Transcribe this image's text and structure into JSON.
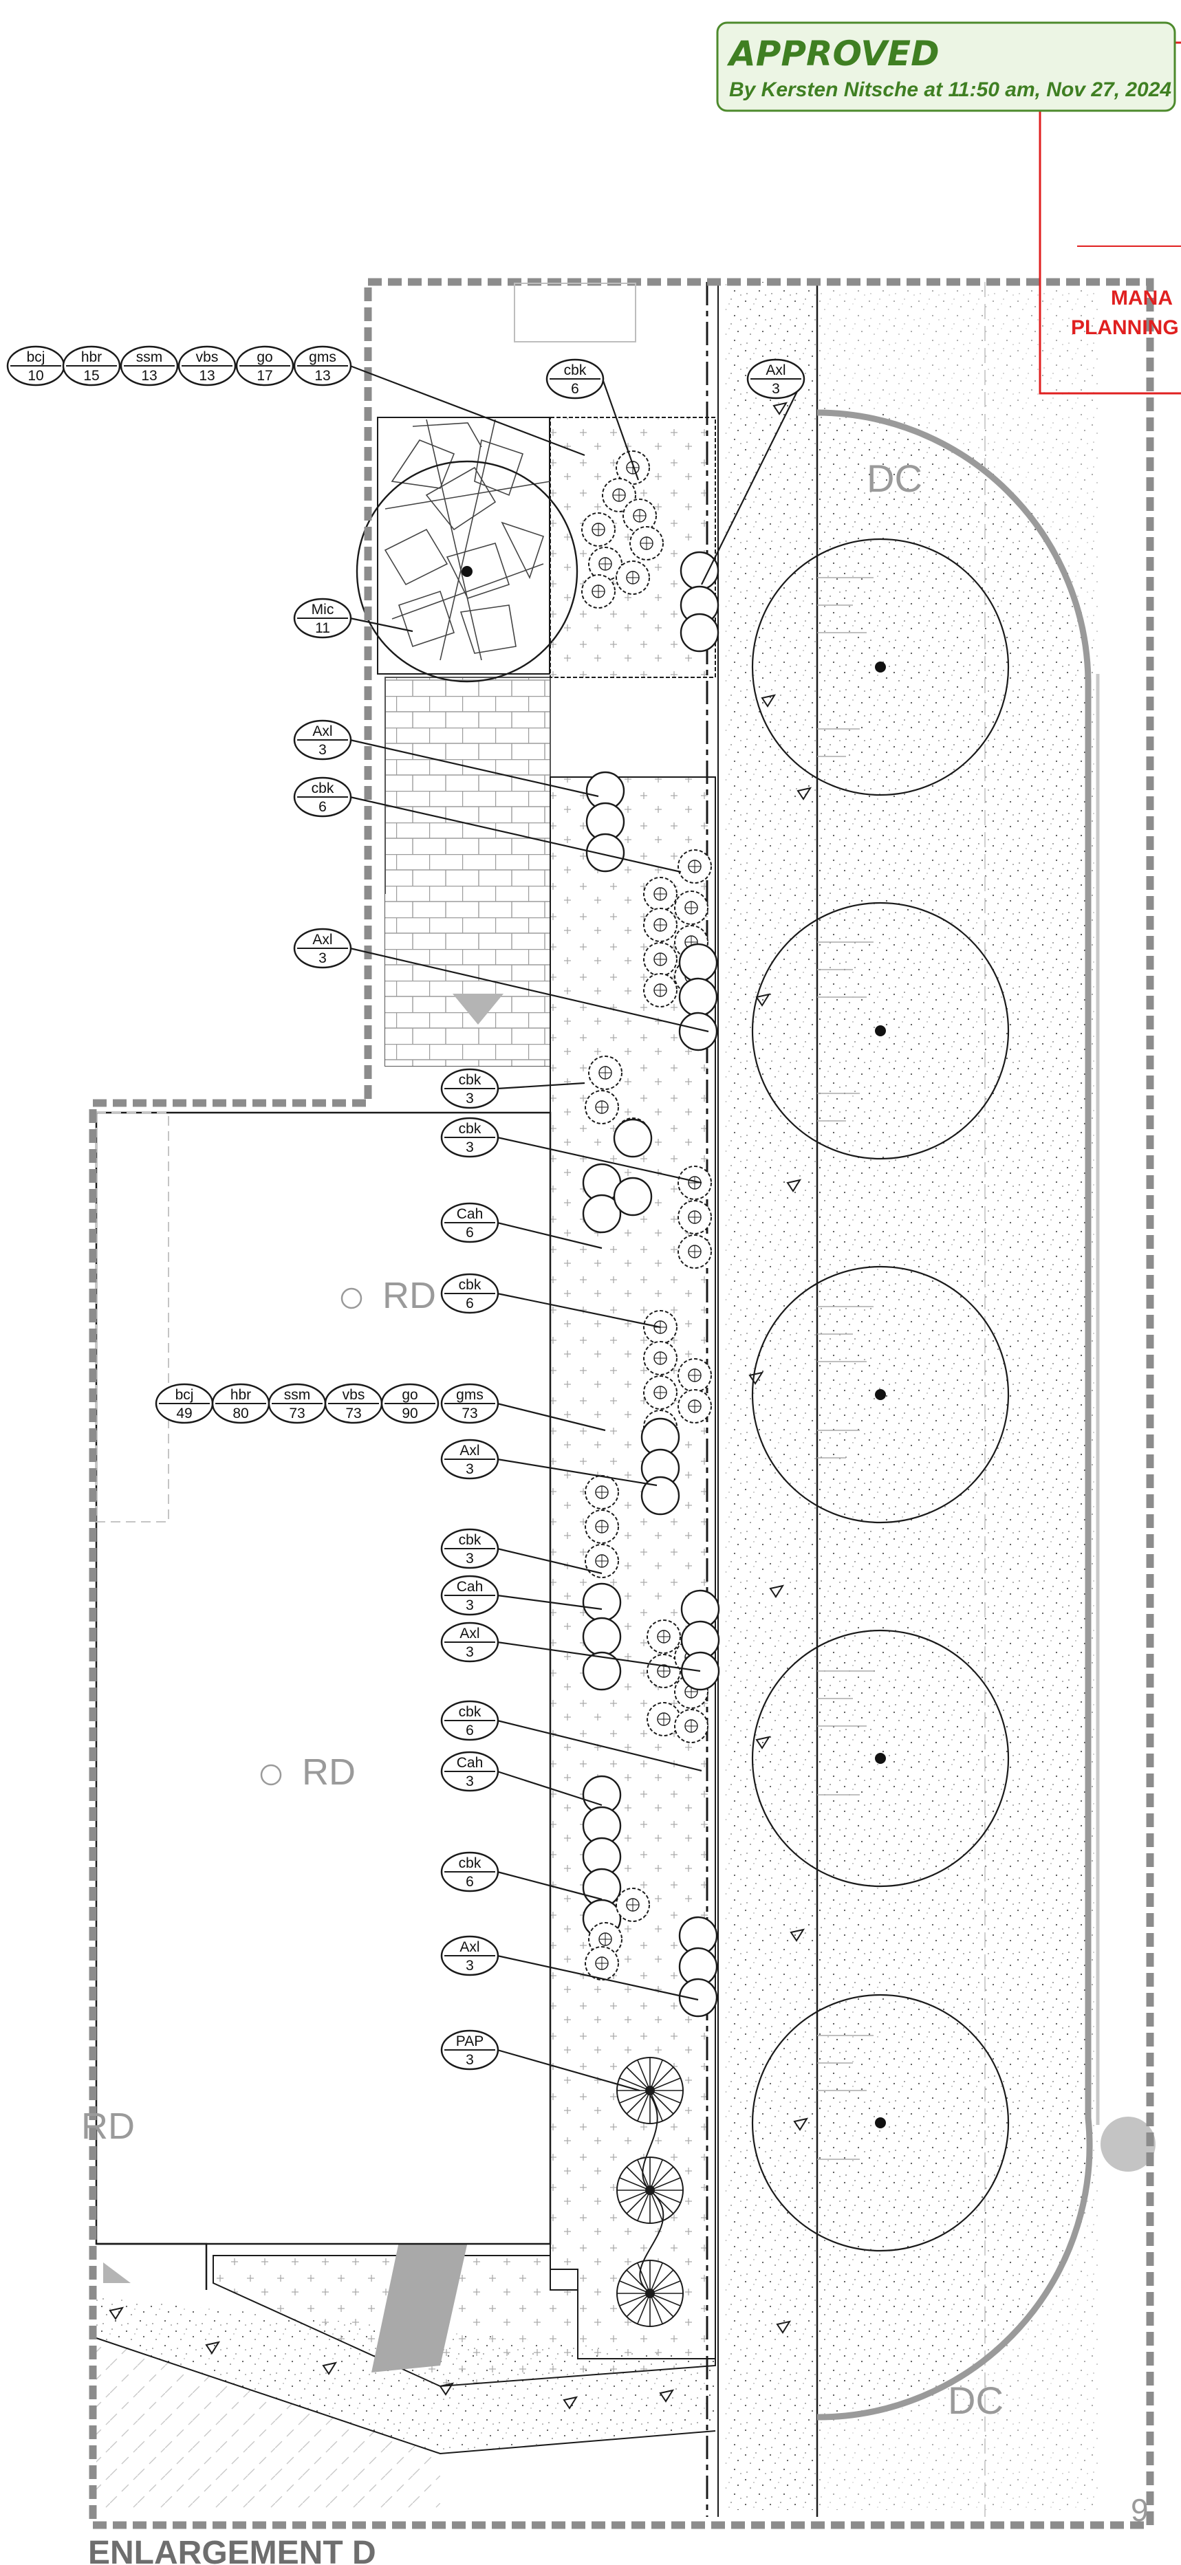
{
  "stamp": {
    "status": "APPROVED",
    "byline": "By Kersten Nitsche at 11:50 am, Nov 27, 2024"
  },
  "red_label": {
    "line1": "MANA",
    "line2": "PLANNING"
  },
  "zones": [
    {
      "text": "DC"
    },
    {
      "text": "DC"
    },
    {
      "text": "RD"
    },
    {
      "text": "RD"
    },
    {
      "text": "RD"
    }
  ],
  "caption": "ENLARGEMENT D",
  "sheet_mark": "9",
  "tags": [
    {
      "code": "bcj",
      "qty": "10"
    },
    {
      "code": "hbr",
      "qty": "15"
    },
    {
      "code": "ssm",
      "qty": "13"
    },
    {
      "code": "vbs",
      "qty": "13"
    },
    {
      "code": "go",
      "qty": "17"
    },
    {
      "code": "gms",
      "qty": "13"
    },
    {
      "code": "cbk",
      "qty": "6"
    },
    {
      "code": "Axl",
      "qty": "3"
    },
    {
      "code": "Mic",
      "qty": "11"
    },
    {
      "code": "Axl",
      "qty": "3"
    },
    {
      "code": "cbk",
      "qty": "6"
    },
    {
      "code": "Axl",
      "qty": "3"
    },
    {
      "code": "cbk",
      "qty": "3"
    },
    {
      "code": "cbk",
      "qty": "3"
    },
    {
      "code": "Cah",
      "qty": "6"
    },
    {
      "code": "cbk",
      "qty": "6"
    },
    {
      "code": "bcj",
      "qty": "49"
    },
    {
      "code": "hbr",
      "qty": "80"
    },
    {
      "code": "ssm",
      "qty": "73"
    },
    {
      "code": "vbs",
      "qty": "73"
    },
    {
      "code": "go",
      "qty": "90"
    },
    {
      "code": "gms",
      "qty": "73"
    },
    {
      "code": "Axl",
      "qty": "3"
    },
    {
      "code": "cbk",
      "qty": "3"
    },
    {
      "code": "Cah",
      "qty": "3"
    },
    {
      "code": "Axl",
      "qty": "3"
    },
    {
      "code": "cbk",
      "qty": "6"
    },
    {
      "code": "Cah",
      "qty": "3"
    },
    {
      "code": "cbk",
      "qty": "6"
    },
    {
      "code": "Axl",
      "qty": "3"
    },
    {
      "code": "PAP",
      "qty": "3"
    }
  ]
}
